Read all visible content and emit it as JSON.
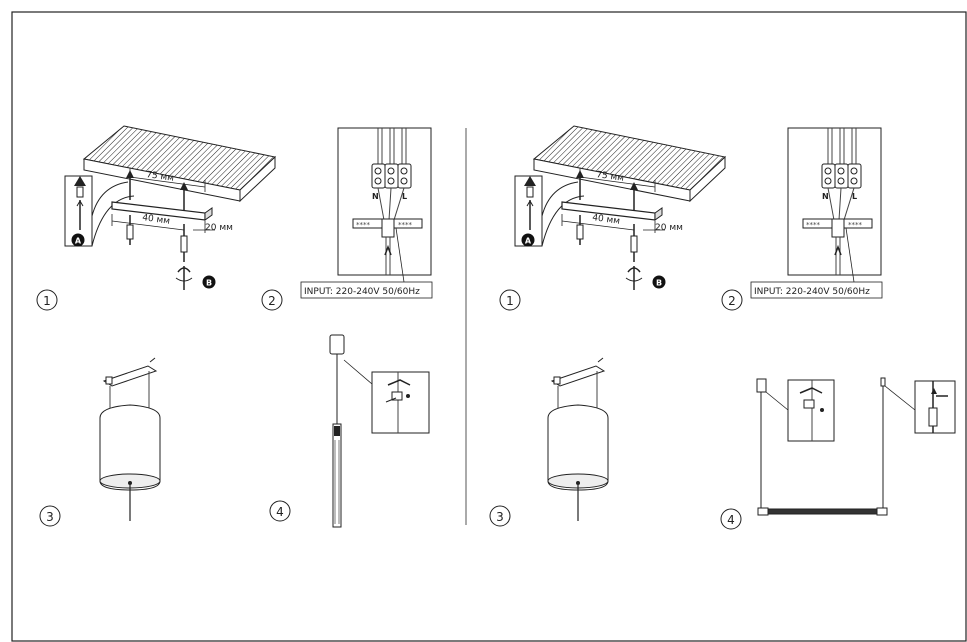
{
  "colors": {
    "line": "#222222",
    "light": "#888888",
    "badge_bg": "#111111",
    "badge_text": "#ffffff"
  },
  "left_panel": {
    "dim_75": "75 мм",
    "dim_40": "40 мм",
    "dim_20": "20 мм",
    "badge_a": "A",
    "badge_b": "B",
    "terminal_n": "N",
    "terminal_l": "L",
    "input_label": "INPUT: 220-240V 50/60Hz",
    "step_1": "1",
    "step_2": "2",
    "step_3": "3",
    "step_4": "4"
  },
  "right_panel": {
    "dim_75": "75 мм",
    "dim_40": "40 мм",
    "dim_20": "20 мм",
    "badge_a": "A",
    "badge_b": "B",
    "terminal_n": "N",
    "terminal_l": "L",
    "input_label": "INPUT: 220-240V 50/60Hz",
    "step_1": "1",
    "step_2": "2",
    "step_3": "3",
    "step_4": "4"
  }
}
